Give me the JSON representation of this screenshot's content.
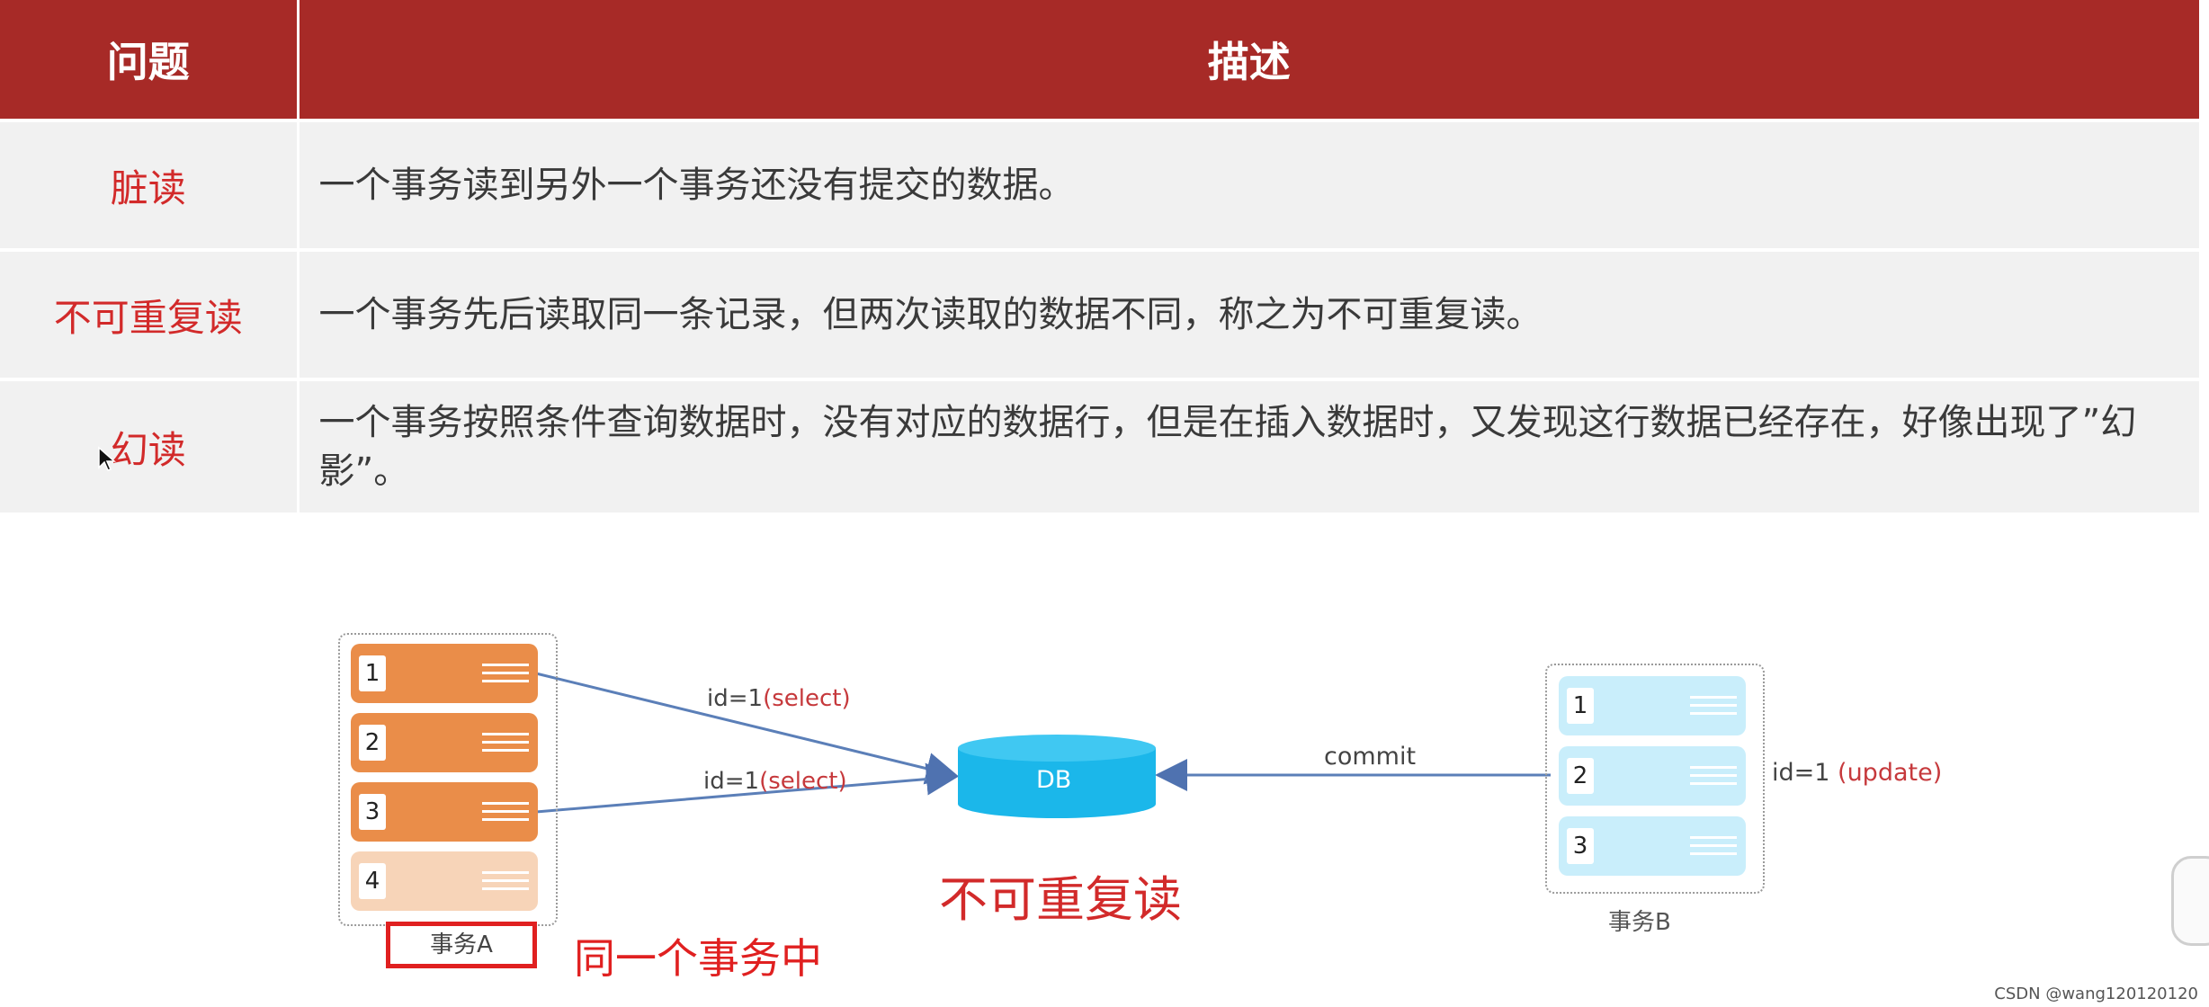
{
  "table": {
    "headers": {
      "issue": "问题",
      "description": "描述"
    },
    "rows": [
      {
        "issue": "脏读",
        "description": "一个事务读到另外一个事务还没有提交的数据。"
      },
      {
        "issue": "不可重复读",
        "description": "一个事务先后读取同一条记录，但两次读取的数据不同，称之为不可重复读。"
      },
      {
        "issue": "幻读",
        "description": "一个事务按照条件查询数据时，没有对应的数据行，但是在插入数据时，又发现这行数据已经存在，好像出现了”幻影”。"
      }
    ]
  },
  "diagram": {
    "title": "不可重复读",
    "db_label": "DB",
    "transaction_a": {
      "label": "事务A",
      "rows": [
        "1",
        "2",
        "3",
        "4"
      ]
    },
    "transaction_b": {
      "label": "事务B",
      "rows": [
        "1",
        "2",
        "3"
      ]
    },
    "arrow1": {
      "prefix": "id=1",
      "op": "(select)"
    },
    "arrow2": {
      "prefix": "id=1",
      "op": "(select)"
    },
    "commit_label": "commit",
    "update": {
      "prefix": "id=1 ",
      "op": "(update)"
    },
    "same_transaction_note": "同一个事务中"
  },
  "watermark": "CSDN @wang120120120",
  "colors": {
    "header_bg": "#a72a27",
    "issue_text": "#d22a2a",
    "orange": "#ea8d49",
    "cyan": "#c9eefb",
    "db": "#1bb7ea",
    "arrow": "#5b7fb8"
  }
}
